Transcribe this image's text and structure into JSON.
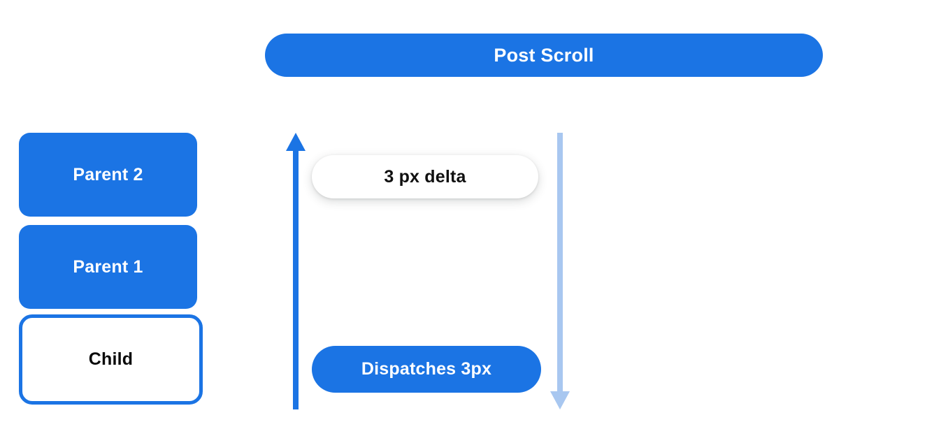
{
  "diagram": {
    "title_banner": {
      "label": "Post Scroll"
    },
    "node_stack": [
      {
        "label": "Parent 2",
        "style": "filled"
      },
      {
        "label": "Parent 1",
        "style": "filled"
      },
      {
        "label": "Child",
        "style": "outlined"
      }
    ],
    "arrows": [
      {
        "name": "scroll-propagation-up-arrow",
        "direction": "up",
        "color": "#1b74e4"
      },
      {
        "name": "scroll-dispatch-down-arrow",
        "direction": "down",
        "color": "#a8c7f0"
      }
    ],
    "callout": {
      "label": "3 px delta"
    },
    "dispatch_pill": {
      "label": "Dispatches 3px"
    },
    "colors": {
      "accent_blue": "#1b74e4",
      "light_blue": "#a8c7f0",
      "background": "#ffffff",
      "text_dark": "#101010",
      "text_light": "#ffffff"
    }
  }
}
